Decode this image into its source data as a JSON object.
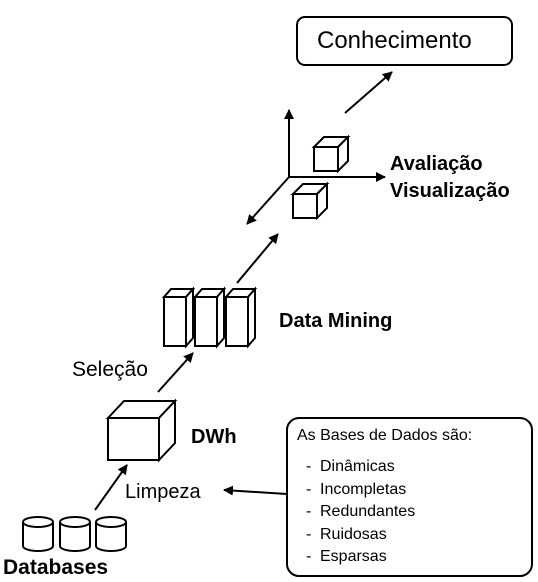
{
  "nodes": {
    "conhecimento": "Conhecimento",
    "avaliacao": "Avaliação",
    "visualizacao": "Visualização",
    "data_mining": "Data Mining",
    "selecao": "Seleção",
    "dwh": "DWh",
    "limpeza": "Limpeza",
    "databases": "Databases"
  },
  "info_box": {
    "title": "As Bases de Dados são:",
    "items": [
      "Dinâmicas",
      "Incompletas",
      "Redundantes",
      "Ruidosas",
      "Esparsas"
    ]
  },
  "colors": {
    "ink": "#000000",
    "cube_face": "#ffffff",
    "background": "#ffffff"
  }
}
